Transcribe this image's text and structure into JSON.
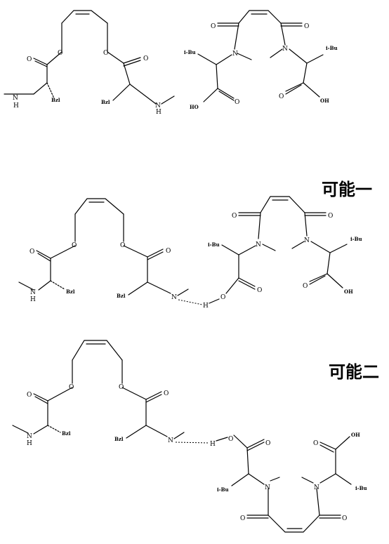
{
  "labels": {
    "caption_1": "可能一",
    "caption_2": "可能二",
    "O": "O",
    "N": "N",
    "H": "H",
    "NH": "H",
    "OH": "OH",
    "HO": "HO",
    "Bzl": "Bzl",
    "iBu": "i-Bu"
  },
  "colors": {
    "ink": "#000000",
    "background": "#ffffff"
  }
}
